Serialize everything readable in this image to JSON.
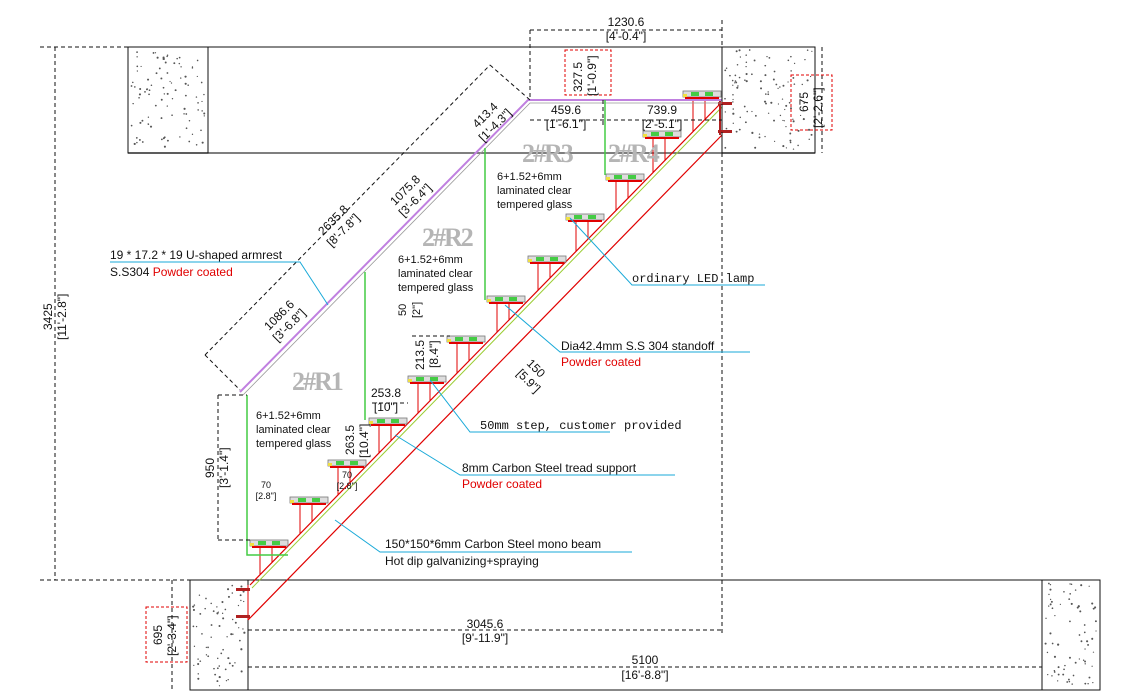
{
  "dimensions": {
    "top_width": {
      "mm": "1230.6",
      "imp": "[4'-0.4\"]"
    },
    "top_height": {
      "mm": "327.5",
      "imp": "[1'-0.9\"]"
    },
    "right_slab": {
      "mm": "675",
      "imp": "[2'-2.6\"]"
    },
    "landing_left": {
      "mm": "459.6",
      "imp": "[1'-6.1\"]"
    },
    "landing_right": {
      "mm": "739.9",
      "imp": "[2'-5.1\"]"
    },
    "rail_top": {
      "mm": "413.4",
      "imp": "[1'-4.3\"]"
    },
    "rail_total": {
      "mm": "2635.8",
      "imp": "[8'-7.8\"]"
    },
    "rail_mid": {
      "mm": "1075.8",
      "imp": "[3'-6.4\"]"
    },
    "rail_low": {
      "mm": "1086.6",
      "imp": "[3'-6.8\"]"
    },
    "step_thick": {
      "mm": "50",
      "imp": "[2\"]"
    },
    "riser": {
      "mm": "213.5",
      "imp": "[8.4\"]"
    },
    "beam": {
      "mm": "150",
      "imp": "[5.9\"]"
    },
    "going": {
      "mm": "253.8",
      "imp": "[10\"]"
    },
    "riser2": {
      "mm": "263.5",
      "imp": "[10.4\"]"
    },
    "overhang_a": {
      "mm": "70",
      "imp": "[2.8\"]"
    },
    "overhang_b": {
      "mm": "70",
      "imp": "[2.8\"]"
    },
    "glass_height": {
      "mm": "950",
      "imp": "[3'-1.4\"]"
    },
    "total_height": {
      "mm": "3425",
      "imp": "[11'-2.8\"]"
    },
    "bottom_slab": {
      "mm": "695",
      "imp": "[2'-3.4\"]"
    },
    "run": {
      "mm": "3045.6",
      "imp": "[9'-11.9\"]"
    },
    "opening": {
      "mm": "5100",
      "imp": "[16'-8.8\"]"
    }
  },
  "labels": {
    "armrest": "19 * 17.2 * 19 U-shaped armrest",
    "armrest_mat": "S.S304 ",
    "armrest_finish": "Powder coated",
    "glass": [
      "6+1.52+6mm",
      "laminated clear",
      "tempered glass"
    ],
    "led": "ordinary LED lamp",
    "standoff": "Dia42.4mm S.S 304 standoff",
    "standoff_finish": "Powder coated",
    "step": "50mm step, customer provided",
    "tread_support": "8mm Carbon Steel tread support",
    "tread_finish": "Powder coated",
    "beam": "150*150*6mm Carbon Steel mono beam",
    "beam_finish": "Hot dip galvanizing+spraying"
  },
  "panels": [
    "2#R1",
    "2#R2",
    "2#R3",
    "2#R4"
  ],
  "colors": {
    "beam": "#e00000",
    "glass": "#44cc44",
    "rail": "#c080e0",
    "leader": "#19a9d8",
    "finish": "#e00000"
  }
}
